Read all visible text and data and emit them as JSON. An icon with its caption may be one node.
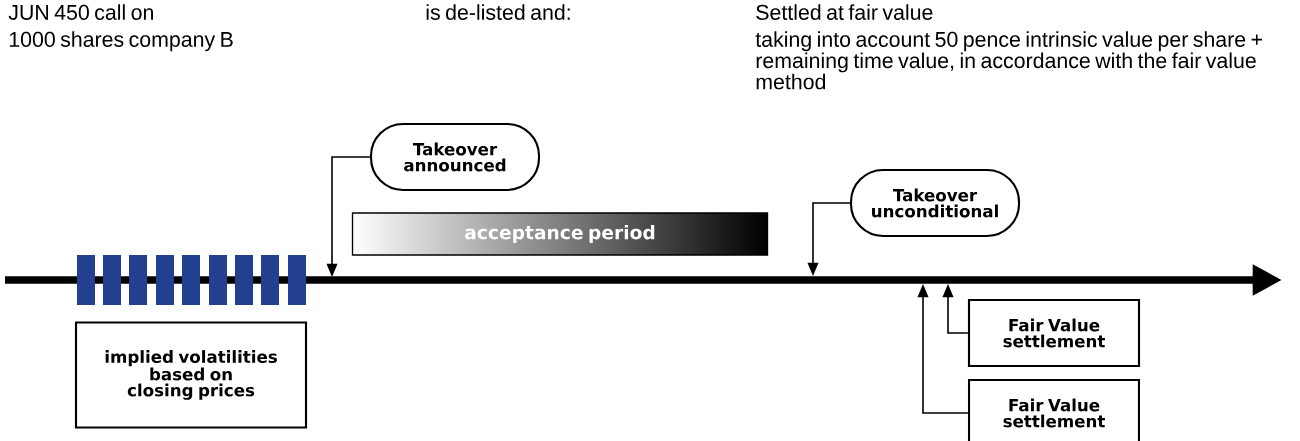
{
  "diagram": {
    "nodes": [
      {
        "text": [
          "Takeover announced"
        ]
      },
      {
        "text": [
          "acceptance period"
        ]
      },
      {
        "text": [
          "Takeover unconditional"
        ]
      },
      {
        "text": [
          "implied volatilities based on closing prices"
        ]
      },
      {
        "text": [
          "Fair Value settlement"
        ]
      },
      {
        "text": [
          "Fair Value settlement"
        ]
      }
    ],
    "edges": [
      {
        "from": 0,
        "to": null,
        "arrow": "to"
      },
      {
        "from": 2,
        "to": null,
        "arrow": "to"
      },
      {
        "from": 4,
        "to": null,
        "arrow": "to"
      },
      {
        "from": 5,
        "to": null,
        "arrow": "to"
      }
    ],
    "labels": [
      "JUN 450 call on",
      "1000 shares company B",
      "is de-listed and:",
      "Settled at fair value",
      "taking into account 50 pence intrinsic value per share + remaining time value, in accordance with the fair value method"
    ]
  }
}
